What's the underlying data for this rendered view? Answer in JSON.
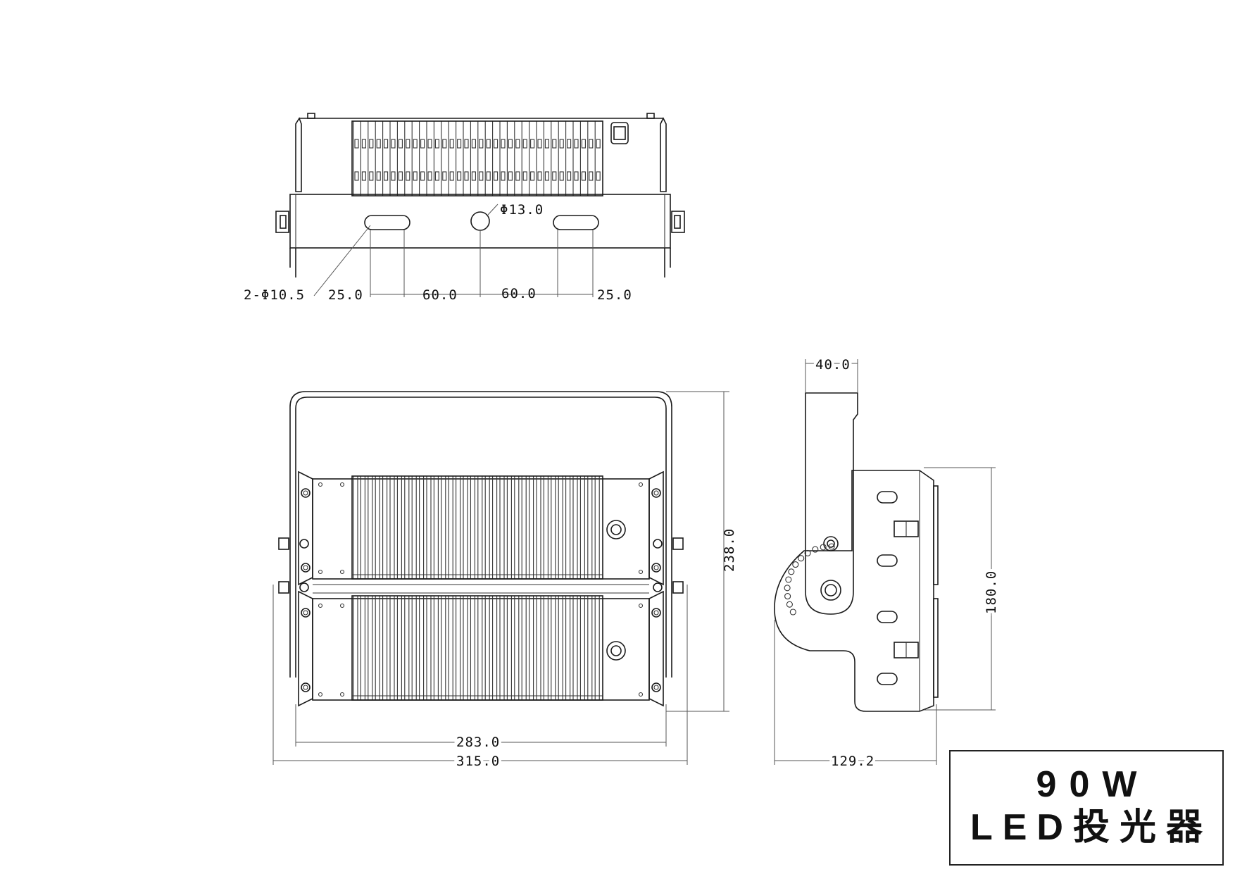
{
  "title": {
    "wattage": "90W",
    "product": "LED投光器"
  },
  "top_view": {
    "center_hole": "Φ13.0",
    "slots": "2-Φ10.5",
    "dims": [
      "25.0",
      "60.0",
      "60.0",
      "25.0"
    ]
  },
  "front_view": {
    "inner_width": "283.0",
    "outer_width": "315.0",
    "height": "238.0"
  },
  "side_view": {
    "bracket_width": "40.0",
    "depth": "129.2",
    "body_height": "180.0"
  }
}
